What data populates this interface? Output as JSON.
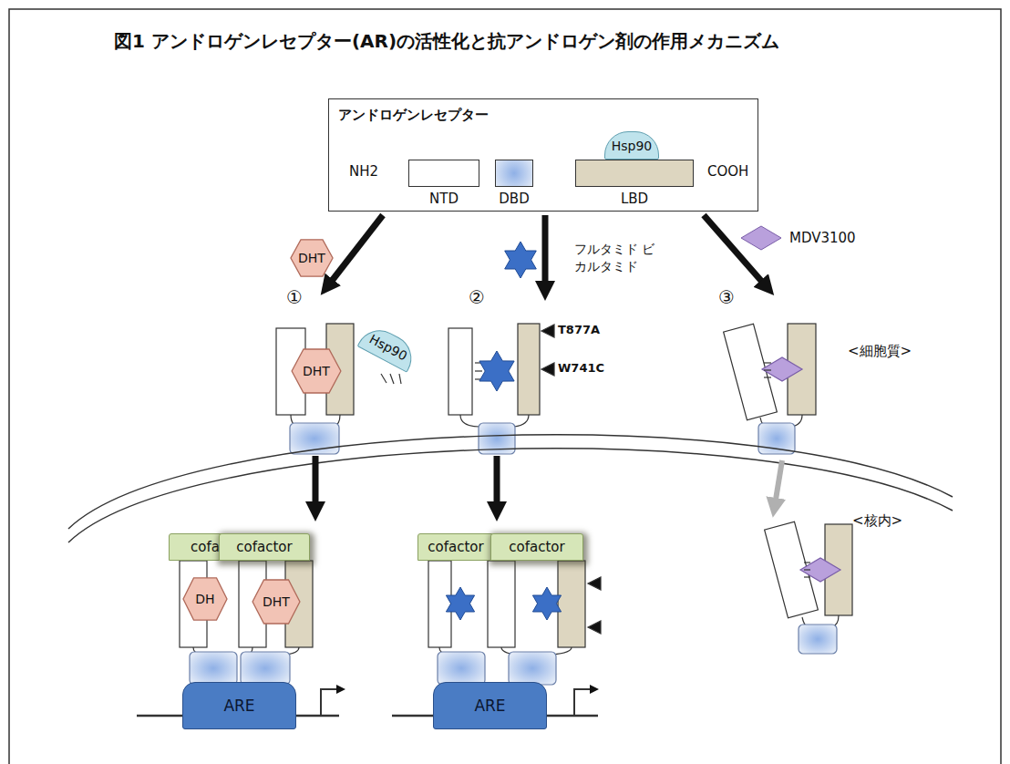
{
  "diagram": {
    "title": "図1 アンドロゲンレセプター(AR)の活性化と抗アンドロゲン剤の作用メカニズム",
    "nodes": [
      {
        "text": [
          "アンドロゲンレセプター"
        ]
      },
      {
        "text": [
          "NTD"
        ],
        "in": 0
      },
      {
        "text": [
          "DBD"
        ],
        "in": 0
      },
      {
        "text": [
          "LBD"
        ],
        "in": 0
      },
      {
        "text": [
          "Hsp90"
        ],
        "in": 0
      },
      {
        "text": [
          "DHT"
        ]
      },
      {
        "text": [
          "フルタミド ビカルタミド"
        ]
      },
      {
        "text": [
          "MDV3100"
        ]
      },
      {
        "text": [
          "DHT"
        ]
      },
      {
        "text": [
          "Hsp90"
        ]
      },
      {
        "text": [
          "cofa"
        ]
      },
      {
        "text": [
          "cofactor"
        ]
      },
      {
        "text": [
          "DH"
        ]
      },
      {
        "text": [
          "DHT"
        ]
      },
      {
        "text": [
          "ARE"
        ]
      },
      {
        "text": [
          "cofactor"
        ]
      },
      {
        "text": [
          "cofactor"
        ]
      },
      {
        "text": [
          "ARE"
        ]
      }
    ],
    "labels": [
      "NH2",
      "COOH",
      "①",
      "②",
      "③",
      "T877A",
      "W741C",
      "<細胞質>",
      "<核内>"
    ]
  }
}
